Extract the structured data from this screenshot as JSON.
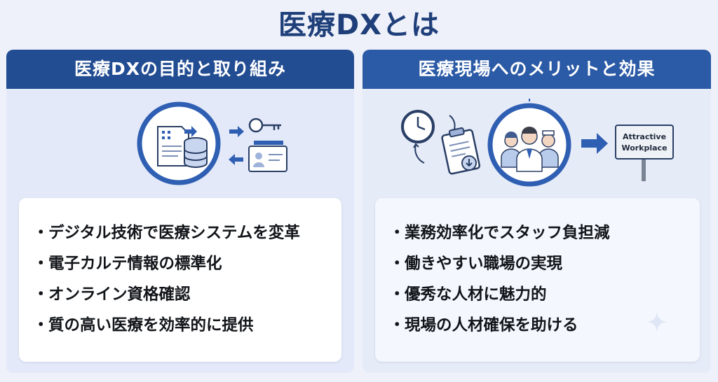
{
  "title": "医療DXとは",
  "left": {
    "header": "医療DXの目的と取り組み",
    "bullets": [
      "デジタル技術で医療システムを変革",
      "電子カルテ情報の標準化",
      "オンライン資格確認",
      "質の高い医療を効率的に提供"
    ]
  },
  "right": {
    "header": "医療現場へのメリットと効果",
    "sign_lines": [
      "Attractive",
      "Workplace"
    ],
    "bullets": [
      "業務効率化でスタッフ負担減",
      "働きやすい職場の実現",
      "優秀な人材に魅力的",
      "現場の人材確保を助ける"
    ]
  },
  "bullet_char": "・",
  "colors": {
    "title": "#1f3f7a",
    "header_left": "#234d93",
    "header_right": "#2b5aa6",
    "accent": "#2f5fb3",
    "panel_bg": "#e3e9f8"
  },
  "icons": {
    "left": [
      "medical-document-icon",
      "database-icon",
      "key-icon",
      "id-card-icon",
      "arrow-right-icon",
      "arrow-left-icon"
    ],
    "right": [
      "clock-icon",
      "clipboard-icon",
      "medical-staff-icon",
      "arrow-right-icon",
      "signpost-icon"
    ]
  }
}
